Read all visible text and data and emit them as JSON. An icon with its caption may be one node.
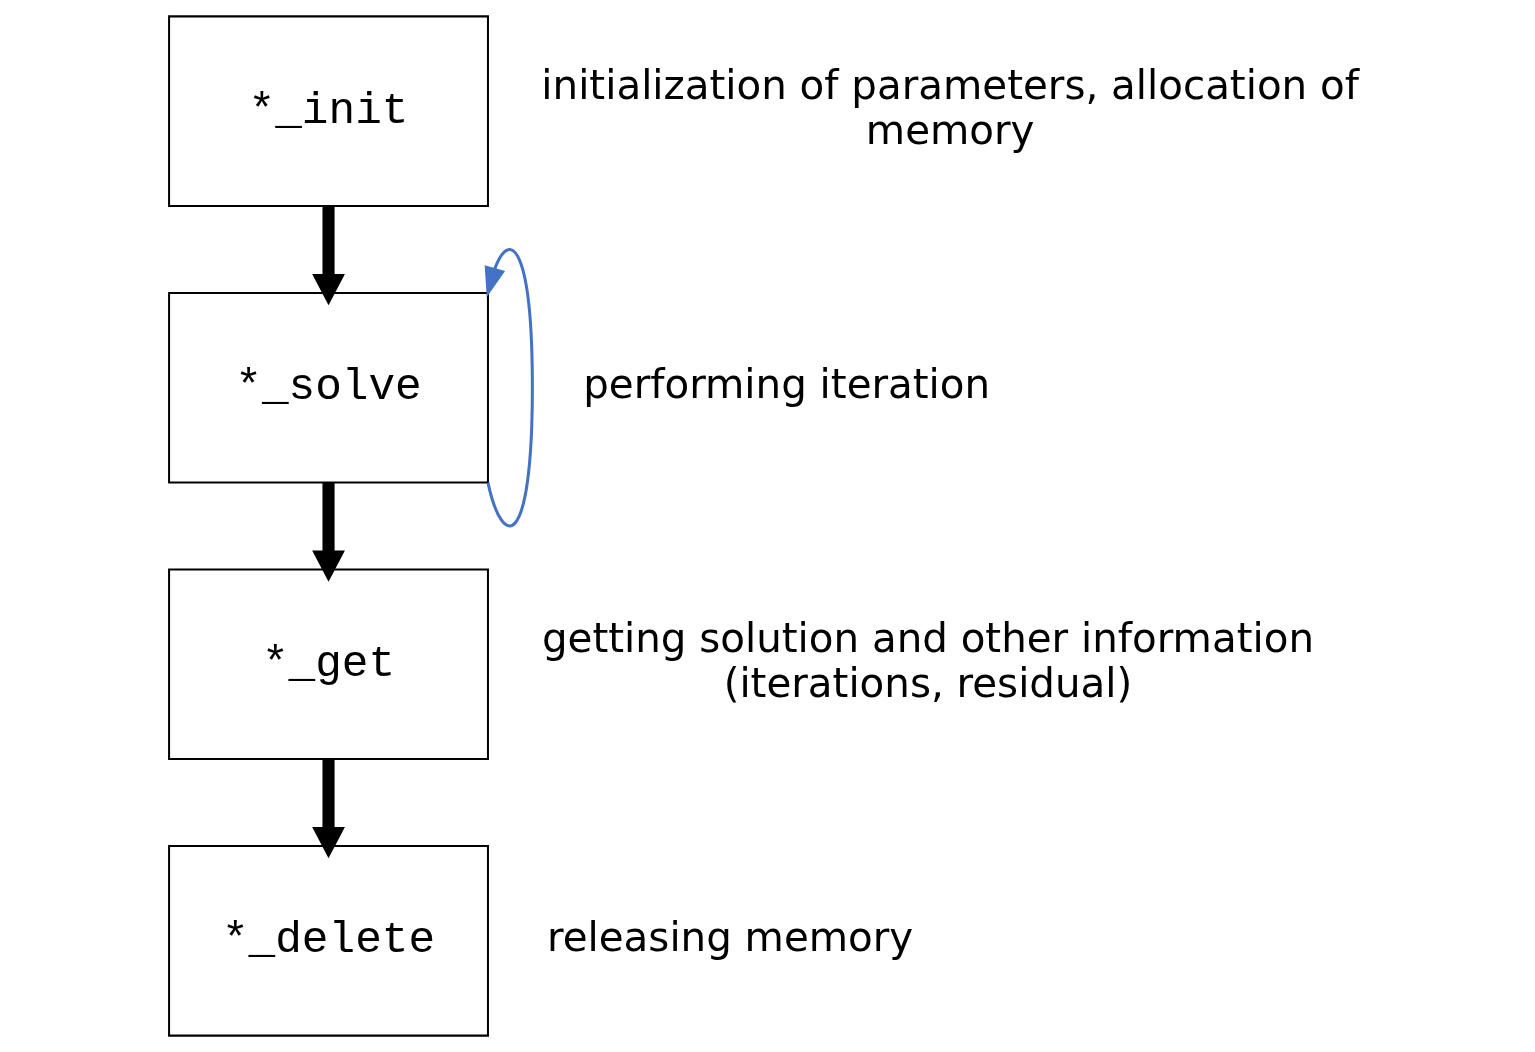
{
  "diagram": {
    "nodes": [
      {
        "text": [
          "*_init"
        ],
        "beside": [
          "initialization of parameters, allocation of memory"
        ]
      },
      {
        "text": [
          "*_solve"
        ],
        "beside": [
          "performing iteration"
        ]
      },
      {
        "text": [
          "*_get"
        ],
        "beside": [
          "getting solution and other information (iterations, residual)"
        ]
      },
      {
        "text": [
          "*_delete"
        ],
        "beside": [
          "releasing memory"
        ]
      }
    ],
    "edges": [
      {
        "from": 0,
        "to": 1,
        "arrow": "to"
      },
      {
        "from": 1,
        "to": 2,
        "arrow": "to"
      },
      {
        "from": 2,
        "to": 3,
        "arrow": "to"
      },
      {
        "from": 1,
        "to": 1,
        "arrow": "to",
        "color": "#4472c4"
      }
    ]
  }
}
